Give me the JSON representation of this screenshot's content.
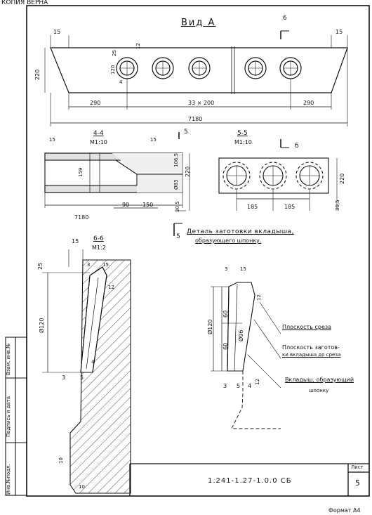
{
  "stamp": "КОПИЯ ВЕРНА",
  "view_a": {
    "title": "Вид А",
    "section_ref": "6"
  },
  "top_dims": {
    "left_edge": "15",
    "right_edge": "15",
    "height": "220",
    "hole_top": "25",
    "hole_gap": "12",
    "hole_dia": "120",
    "hole_off": "4",
    "left_end": "290",
    "spacing": "33 × 200",
    "right_end": "290",
    "length": "7180"
  },
  "section_44": {
    "title": "4-4",
    "scale": "М1:10",
    "dim_l": "15",
    "dim_r": "15",
    "height_inner": "159",
    "h1": "106,5",
    "h2": "220",
    "dia": "Ø83",
    "d1": "90",
    "d2": "150",
    "d3": "30,5",
    "length": "7180"
  },
  "section_55": {
    "title": "5-5",
    "scale": "М1:10",
    "ref_marker": "5",
    "ref_b": "б",
    "d1": "185",
    "d2": "185",
    "d3": "30,5",
    "height": "220"
  },
  "detail_title": {
    "ref": "5",
    "line1": "Деталь заготовки вкладыша,",
    "line2": "образующего шпонку."
  },
  "section_66": {
    "title": "6-6",
    "scale": "М1:2",
    "d15": "15",
    "d25": "25",
    "d3": "3",
    "d15b": "15",
    "d12": "12",
    "dia": "Ø120",
    "d4": "4",
    "d3b": "3",
    "d5": "5",
    "d10a": "10",
    "d10b": "10"
  },
  "detail_right": {
    "d3": "3",
    "d15": "15",
    "d12": "12",
    "d60a": "60",
    "dia120": "Ø120",
    "dia96": "Ø96",
    "d60b": "60",
    "d3b": "3",
    "d5": "5",
    "d4": "4",
    "d12b": "12"
  },
  "callouts": {
    "c1": "Плоскость среза",
    "c2a": "Плоскость заготов-",
    "c2b": "ки вкладыша до среза",
    "c3a": "Вкладыш, образующий",
    "c3b": "шпонку"
  },
  "side_stamp": {
    "f1": "Инв.№подл.",
    "f2": "Подпись и дата",
    "f3": "Взам. инв.№"
  },
  "title_block": {
    "code": "1.241-1.27-1.0.0 СБ",
    "sheet_label": "Лист",
    "sheet_num": "5"
  },
  "format": "Формат А4"
}
